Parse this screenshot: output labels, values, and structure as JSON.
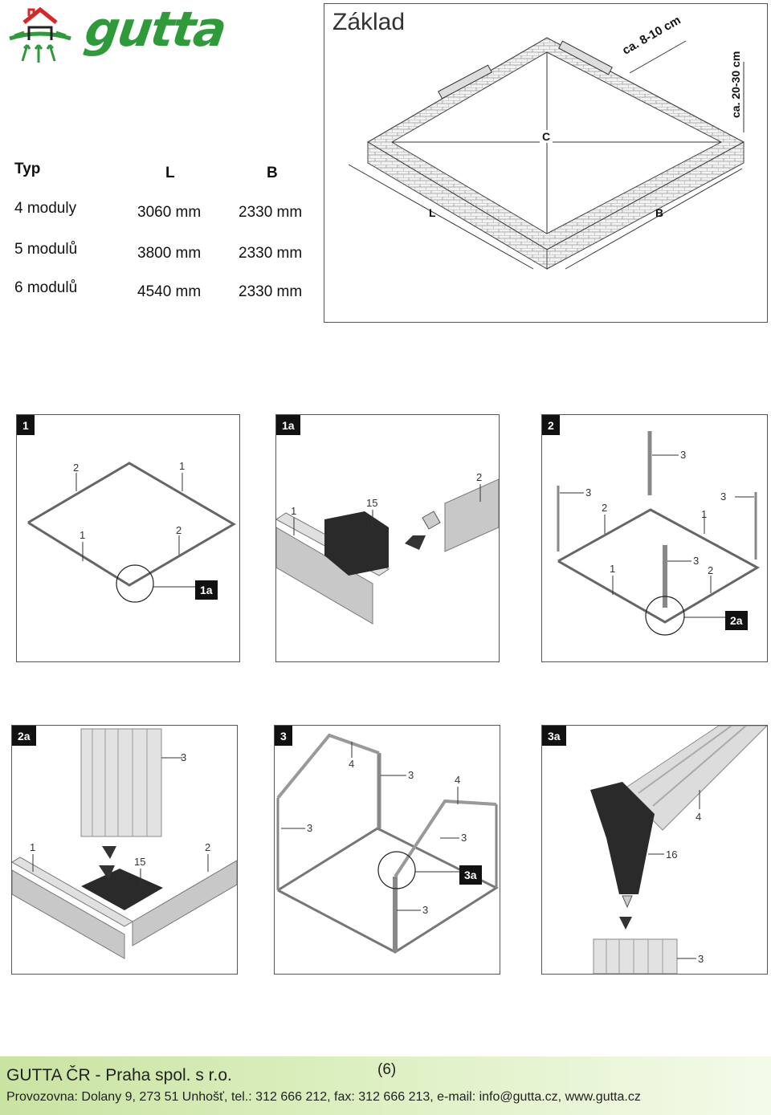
{
  "brand": {
    "name": "gutta"
  },
  "zaklad_panel": {
    "title": "Základ",
    "labels": {
      "width": "ca. 8-10 cm",
      "height": "ca. 20-30 cm",
      "c": "C",
      "l": "L",
      "b": "B"
    }
  },
  "dimensions_table": {
    "headers": [
      "Typ",
      "L",
      "B"
    ],
    "rows": [
      [
        "4 moduly",
        "3060 mm",
        "2330 mm"
      ],
      [
        "5 modulů",
        "3800 mm",
        "2330 mm"
      ],
      [
        "6 modulů",
        "4540 mm",
        "2330 mm"
      ]
    ]
  },
  "steps": [
    {
      "label": "1",
      "callout": "1a",
      "parts": [
        "2",
        "1",
        "1",
        "2"
      ]
    },
    {
      "label": "1a",
      "parts": [
        "1",
        "15",
        "2"
      ]
    },
    {
      "label": "2",
      "callout": "2a",
      "parts": [
        "3",
        "3",
        "2",
        "1",
        "3",
        "3",
        "1",
        "2"
      ]
    },
    {
      "label": "2a",
      "parts": [
        "3",
        "1",
        "15",
        "2"
      ]
    },
    {
      "label": "3",
      "callout": "3a",
      "parts": [
        "4",
        "3",
        "4",
        "3",
        "3",
        "3"
      ]
    },
    {
      "label": "3a",
      "parts": [
        "4",
        "16",
        "3"
      ]
    }
  ],
  "footer": {
    "company": "GUTTA ČR - Praha spol. s r.o.",
    "page": "(6)",
    "address": "Provozovna: Dolany 9, 273 51 Unhošť, tel.: 312 666 212, fax: 312 666 213, e-mail: info@gutta.cz, www.gutta.cz"
  },
  "colors": {
    "brand_green": "#2e9a3a",
    "brand_red": "#d62828",
    "footer_green": "#c9e3a2"
  }
}
